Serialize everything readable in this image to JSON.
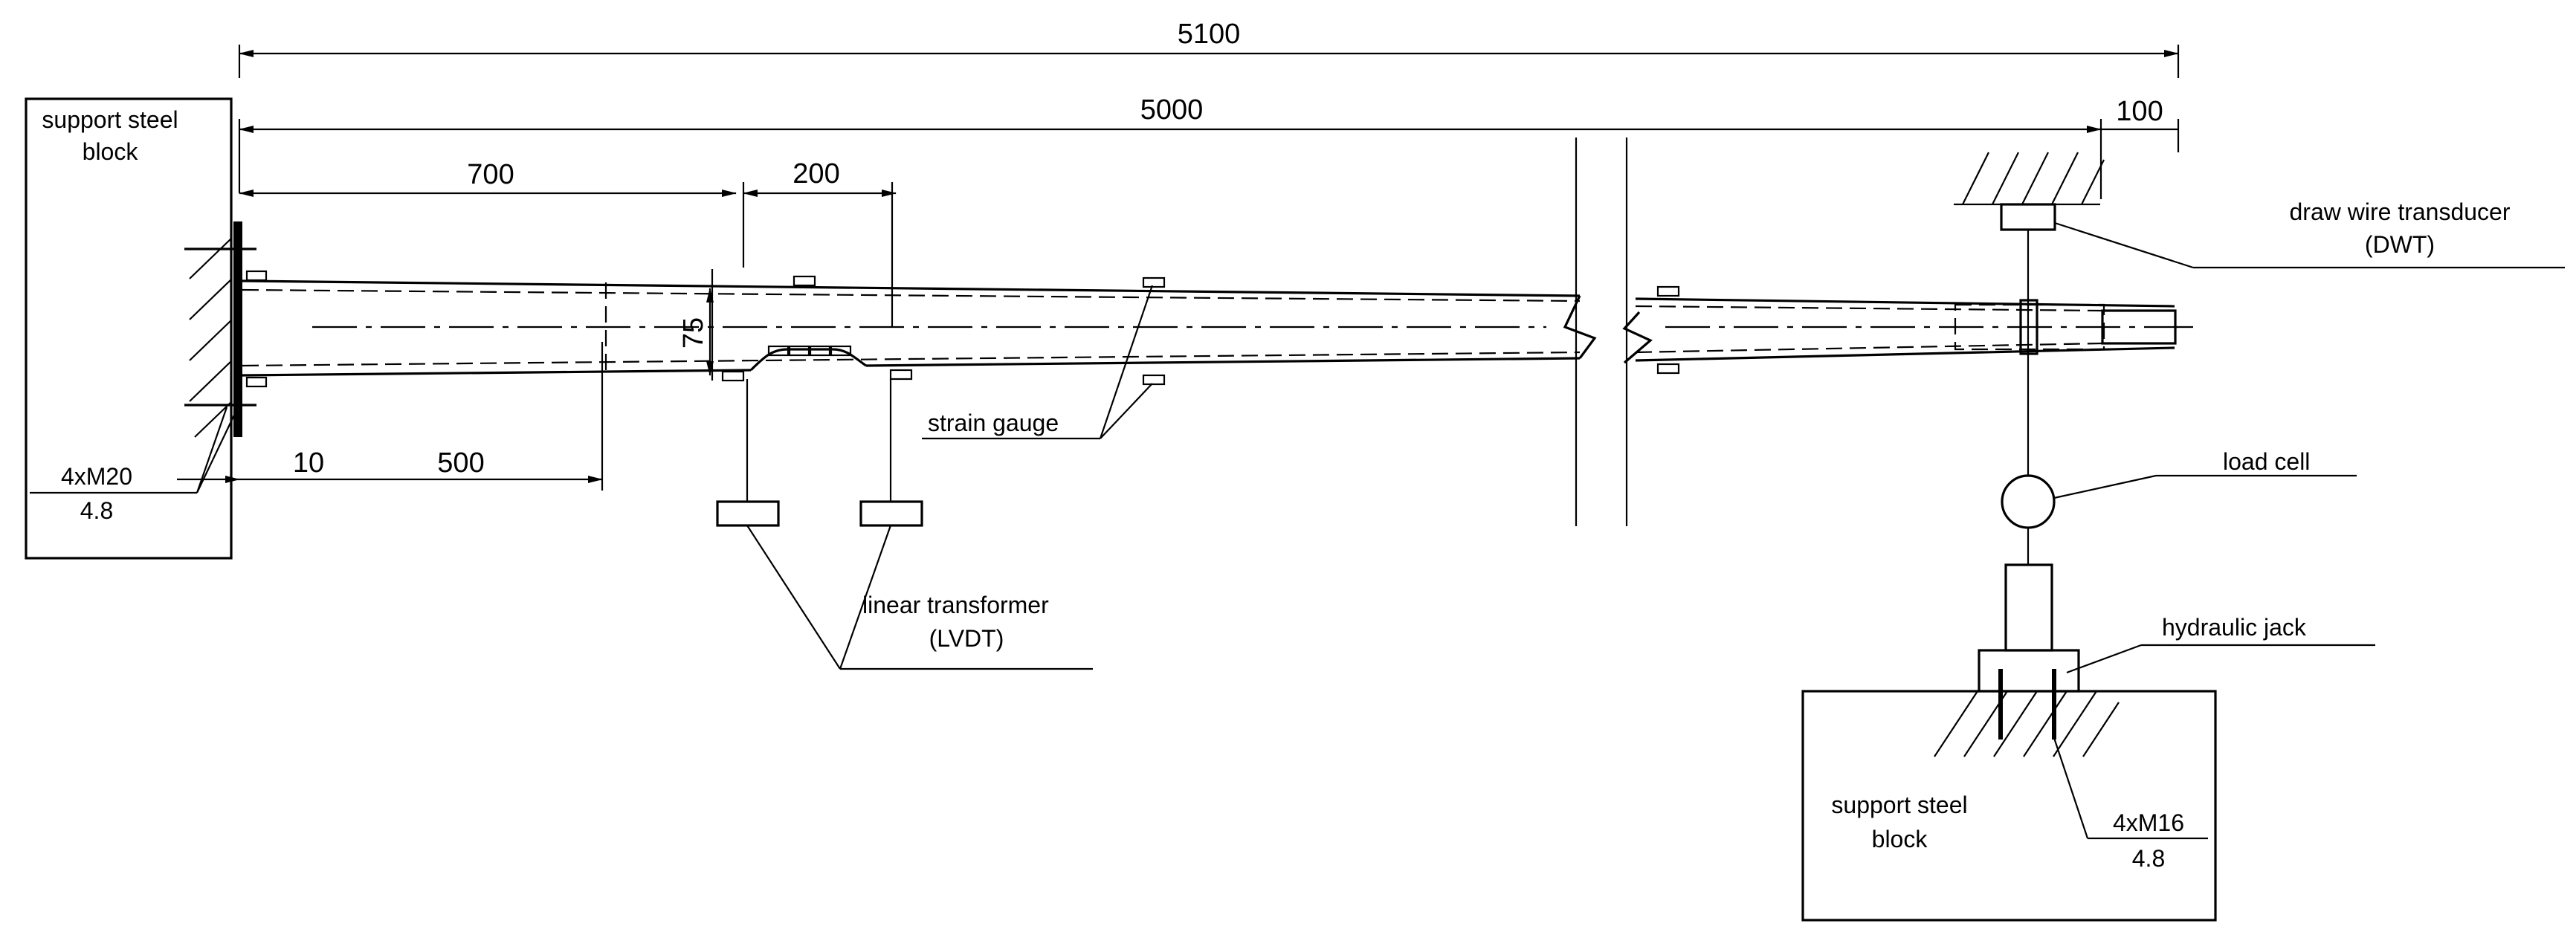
{
  "dimensions": {
    "total": "5100",
    "span": "5000",
    "overhang": "100",
    "left_segment": "700",
    "gauge_segment": "200",
    "offset_10": "10",
    "offset_500": "500",
    "depth": "75"
  },
  "labels": {
    "support_left_line1": "support steel",
    "support_left_line2": "block",
    "bolts_left_top": "4xM20",
    "bolts_left_bottom": "4.8",
    "dwt_line1": "draw wire transducer",
    "dwt_line2": "(DWT)",
    "strain_gauge": "strain gauge",
    "lvdt_line1": "linear transformer",
    "lvdt_line2": "(LVDT)",
    "load_cell": "load cell",
    "hydraulic_jack": "hydraulic jack",
    "support_right_line1": "support steel",
    "support_right_line2": "block",
    "bolts_right_top": "4xM16",
    "bolts_right_bottom": "4.8"
  }
}
